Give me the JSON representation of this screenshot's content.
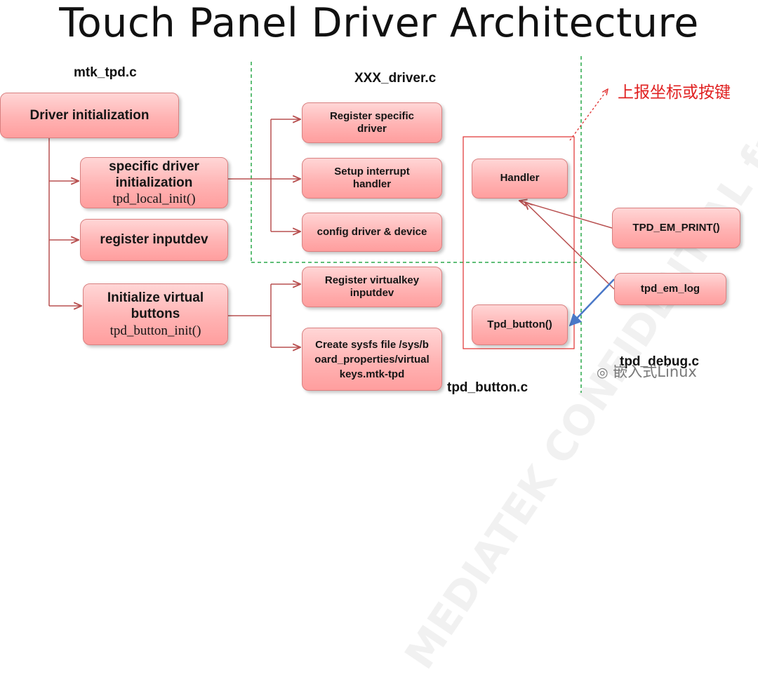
{
  "title": "Touch Panel Driver Architecture",
  "files": {
    "mtk": "mtk_tpd.c",
    "xxx": "XXX_driver.c",
    "button": "tpd_button.c",
    "debug": "tpd_debug.c"
  },
  "boxes": {
    "driver_init": "Driver initialization",
    "specific_init": "specific driver initialization",
    "specific_init_sub": "tpd_local_init()",
    "register_inputdev": "register inputdev",
    "init_virtual": "Initialize virtual buttons",
    "init_virtual_sub": "tpd_button_init()",
    "register_specific": "Register specific driver",
    "setup_interrupt": "Setup interrupt handler",
    "config_driver": "config driver & device",
    "register_virtualkey": "Register virtualkey inputdev",
    "create_sysfs": "Create sysfs file /sys/board_properties/virtualkeys.mtk-tpd",
    "handler": "Handler",
    "tpd_button": "Tpd_button()",
    "tpd_em_print": "TPD_EM_PRINT()",
    "tpd_em_log": "tpd_em_log"
  },
  "annotation": "上报坐标或按键",
  "watermark": "MEDIATEK CONFIDENTIAL fae@roomin.com USE",
  "logo_text": "嵌入式Linux",
  "colors": {
    "box_fill": "#ffb3b3",
    "box_border": "#d98080",
    "connector": "#b85050",
    "divider": "#2aa84a",
    "highlight": "#e03030",
    "blue_arrow": "#4a78c8"
  }
}
